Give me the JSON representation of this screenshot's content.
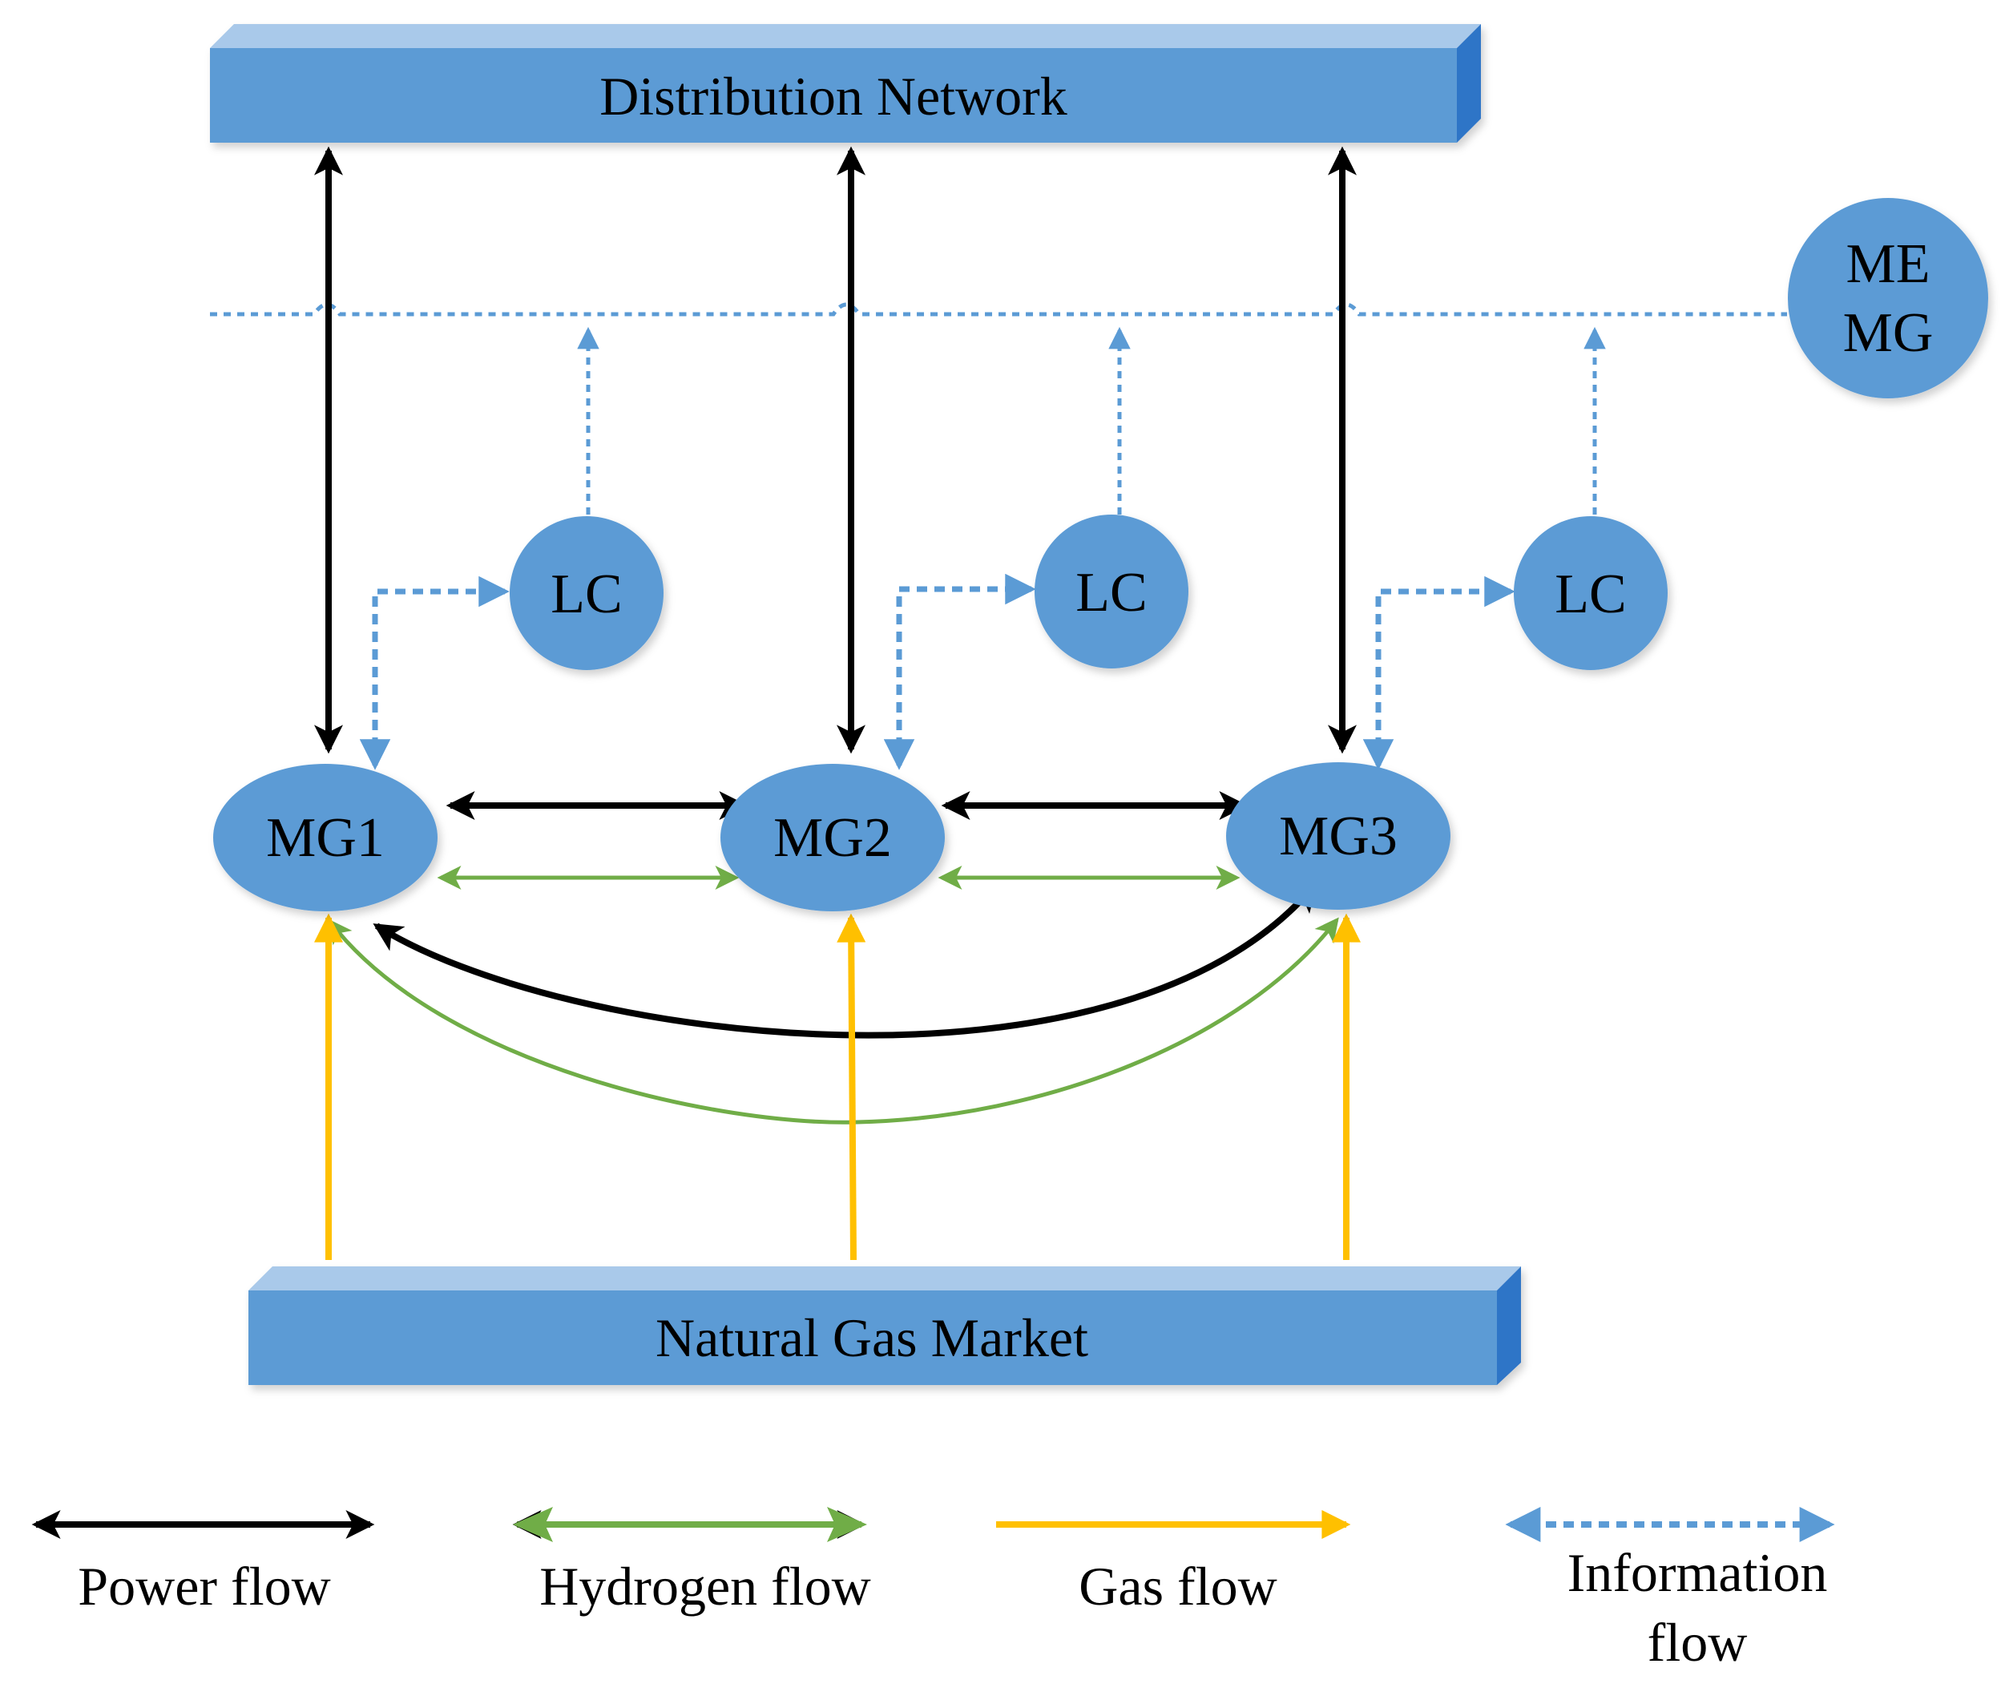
{
  "colors": {
    "node_fill": "#5b9bd5",
    "bar_top": "#a9c9ea",
    "bar_side": "#2e75c7",
    "power": "#000000",
    "hydrogen": "#70ad47",
    "gas": "#ffc000",
    "information": "#5b9bd5"
  },
  "bars": {
    "distribution_network": "Distribution Network",
    "natural_gas_market": "Natural Gas Market"
  },
  "nodes": {
    "meg": [
      "ME",
      "MG"
    ],
    "lc1": "LC",
    "lc2": "LC",
    "lc3": "LC",
    "mg1": "MG1",
    "mg2": "MG2",
    "mg3": "MG3"
  },
  "legend": {
    "power": "Power flow",
    "hydrogen": "Hydrogen flow",
    "gas": "Gas flow",
    "information": [
      "Information",
      "flow"
    ]
  }
}
